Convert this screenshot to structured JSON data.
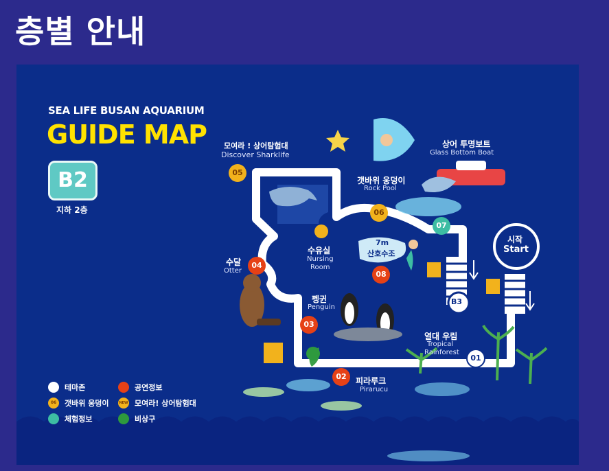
{
  "page": {
    "title": "층별 안내"
  },
  "map": {
    "brand": "SEA LIFE BUSAN AQUARIUM",
    "heading": "GUIDE MAP",
    "floor": {
      "code": "B2",
      "label": "지하 2층"
    },
    "start": {
      "ko": "시작",
      "en": "Start"
    },
    "stair_label": "B3",
    "zones": [
      {
        "number": "01",
        "ko": "열대 우림",
        "en_lines": [
          "Tropical",
          "Rainforest"
        ],
        "category": "theme"
      },
      {
        "number": "02",
        "ko": "피라루크",
        "en": "Pirarucu",
        "category": "show"
      },
      {
        "number": "03",
        "ko": "펭귄",
        "en": "Penguin",
        "category": "show"
      },
      {
        "number": "04",
        "ko": "수달",
        "en": "Otter",
        "category": "show"
      },
      {
        "number": "05",
        "ko": "모여라 ! 상어탐험대",
        "en": "Discover Sharklife",
        "category": "new"
      },
      {
        "number": "06",
        "ko": "갯바위 웅덩이",
        "en": "Rock Pool",
        "category": "rockpool"
      },
      {
        "number": "07",
        "ko": "상어 투명보트",
        "en": "Glass Bottom Boat",
        "category": "experience"
      },
      {
        "number": "08",
        "ko_top": "7m",
        "ko": "산호수조",
        "category": "show"
      }
    ],
    "nursing": {
      "ko": "수유실",
      "en_lines": [
        "Nursing",
        "Room"
      ]
    },
    "legend": [
      {
        "marker": "",
        "label": "테마존",
        "color": "#ffffff"
      },
      {
        "marker": "",
        "label": "공연정보",
        "color": "#e64116"
      },
      {
        "marker": "06",
        "label": "갯바위 웅덩이",
        "color": "#f2b21c"
      },
      {
        "marker": "NEW",
        "label": "모여라! 상어탐험대",
        "color": "#f2b21c"
      },
      {
        "marker": "",
        "label": "체험정보",
        "color": "#3dbda3"
      },
      {
        "marker": "",
        "label": "비상구",
        "color": "#2e9a3e"
      }
    ]
  }
}
